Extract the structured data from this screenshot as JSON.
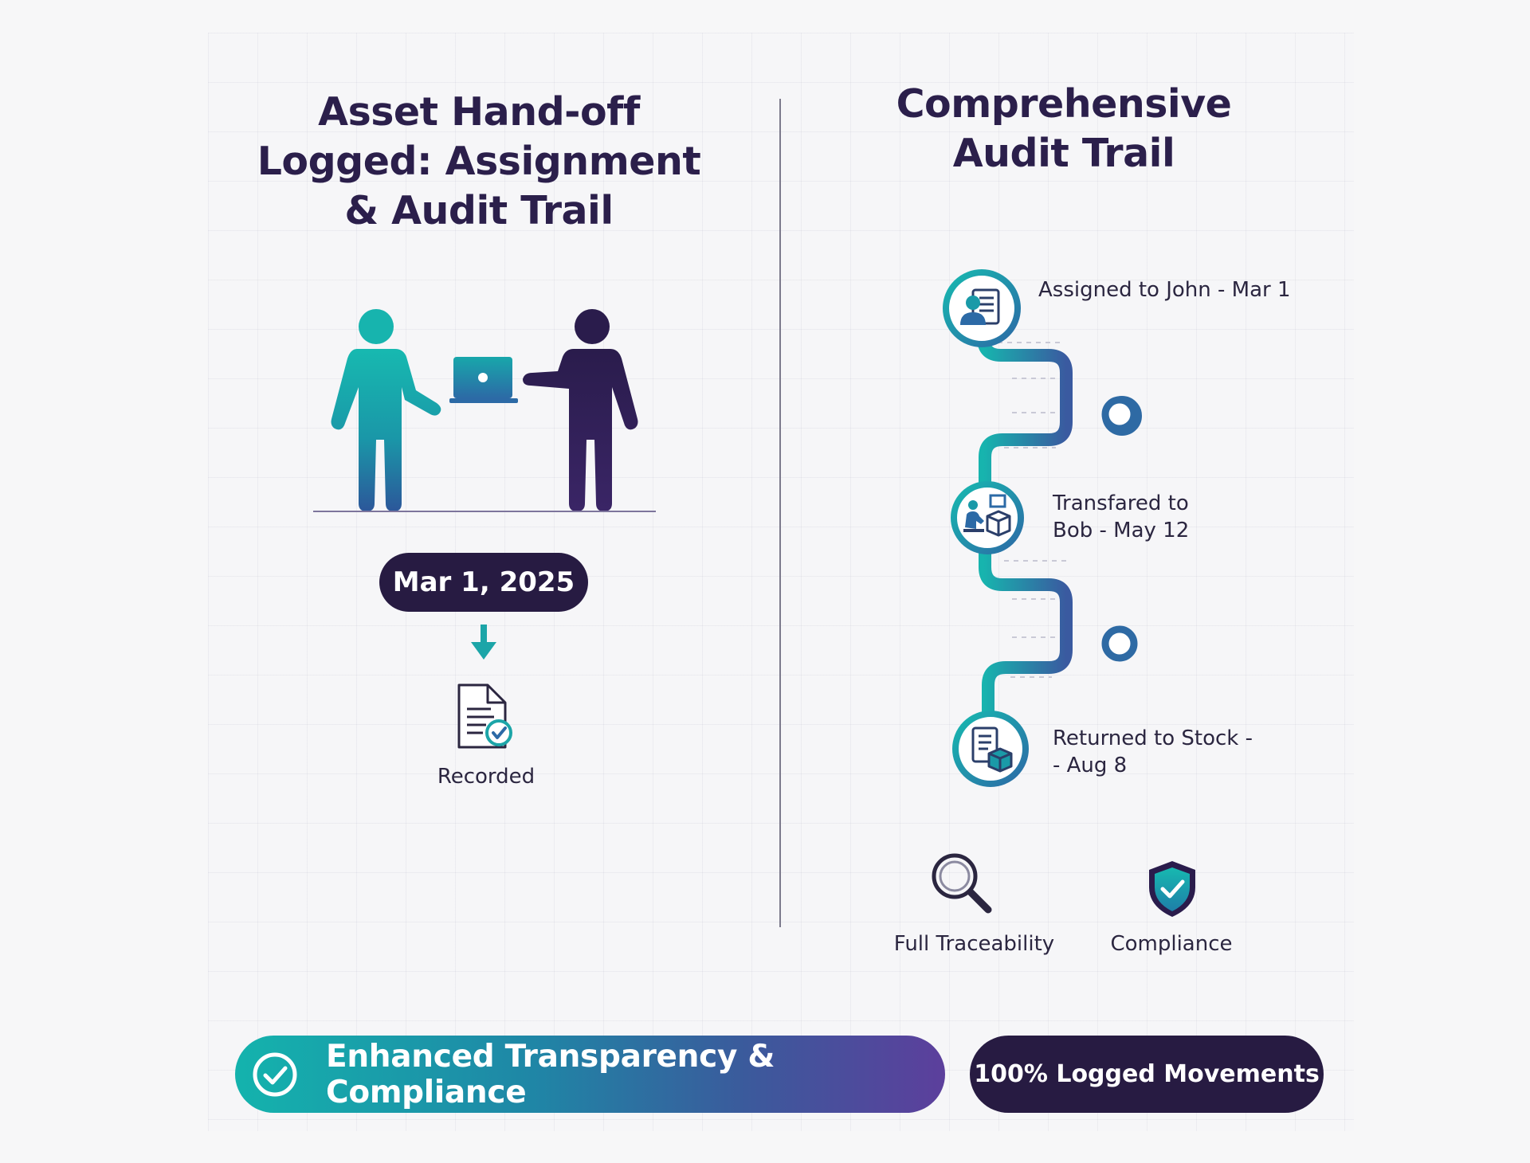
{
  "handoff": {
    "title": "Asset Hand-off Logged: Assignment & Audit Trail",
    "date": "Mar 1, 2025",
    "recorded_label": "Recorded"
  },
  "audit": {
    "title": "Comprehensive Audit Trail",
    "steps": [
      {
        "label_lines": [
          "Assigned to John - Mar 1"
        ],
        "icon": "assignment-icon"
      },
      {
        "label_lines": [
          "Transfared to",
          "Bob - May 12"
        ],
        "icon": "transfer-icon"
      },
      {
        "label_lines": [
          "Returned to Stock -",
          "- Aug 8"
        ],
        "icon": "return-icon"
      }
    ],
    "features": [
      {
        "label": "Full Traceability",
        "icon": "magnifier-icon"
      },
      {
        "label": "Compliance",
        "icon": "shield-check-icon"
      }
    ]
  },
  "footer": {
    "banner": "Enhanced Transparency & Compliance",
    "stat": "100% Logged Movements"
  },
  "colors": {
    "navy": "#271b42",
    "teal": "#14b3ad",
    "blue": "#2c6aa6",
    "purple": "#5c3f9c"
  }
}
